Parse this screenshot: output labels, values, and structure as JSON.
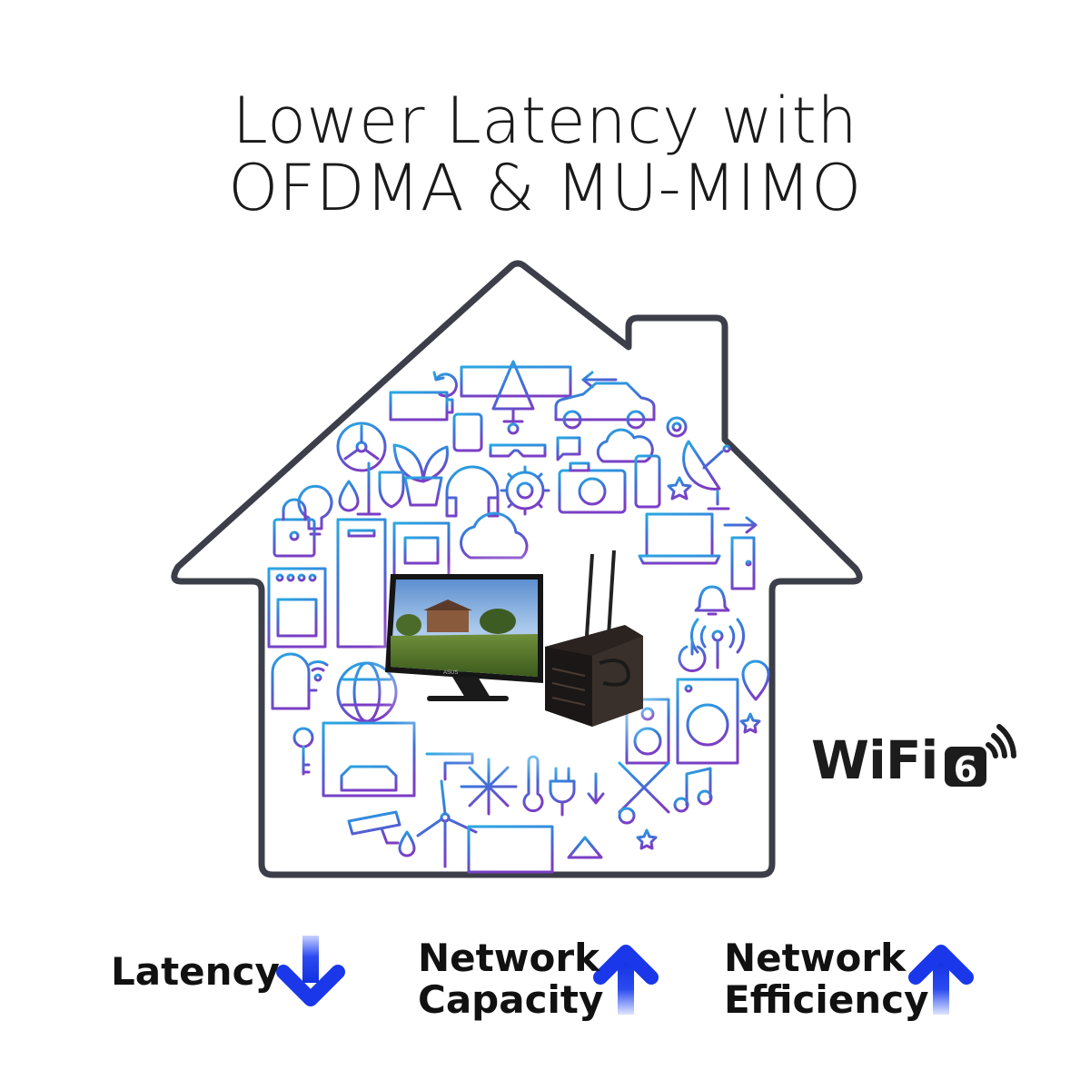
{
  "headline": {
    "line1": "Lower Latency with",
    "line2": "OFDMA & MU-MIMO"
  },
  "brand": {
    "wifi_text": "WiFi",
    "wifi_generation": "6",
    "monitor_logo": "ASUS"
  },
  "metrics": [
    {
      "label": "Latency",
      "direction": "down",
      "icon": "arrow-down-icon"
    },
    {
      "label": "Network\nCapacity",
      "direction": "up",
      "icon": "arrow-up-icon"
    },
    {
      "label": "Network\nEfficiency",
      "direction": "up",
      "icon": "arrow-up-icon"
    }
  ],
  "colors": {
    "house_outline": "#3c3f4a",
    "icons_top": "#2aa6e0",
    "icons_mid": "#3b6fd6",
    "icons_bottom": "#7a3fc4",
    "arrow": "#1637e8",
    "text": "#111111"
  },
  "icons": [
    "battery-icon",
    "solar-panel-icon",
    "lamp-icon",
    "car-icon",
    "watch-icon",
    "fan-icon",
    "leaf-plant-icon",
    "gear-icon",
    "satellite-dish-icon",
    "smartphone-icon",
    "camera-icon",
    "lightbulb-icon",
    "shield-icon",
    "padlock-icon",
    "refrigerator-icon",
    "cloud-icon",
    "laptop-icon",
    "door-icon",
    "stove-icon",
    "bell-icon",
    "wifi-tower-icon",
    "washing-machine-icon",
    "mailbox-icon",
    "globe-icon",
    "key-icon",
    "garage-icon",
    "snowflake-icon",
    "thermometer-icon",
    "plug-icon",
    "wrench-screwdriver-icon",
    "music-note-icon",
    "security-camera-icon",
    "wind-turbine-icon",
    "water-drop-icon",
    "radiator-icon",
    "star-icon",
    "monitor-icon",
    "router-pc-icon"
  ]
}
